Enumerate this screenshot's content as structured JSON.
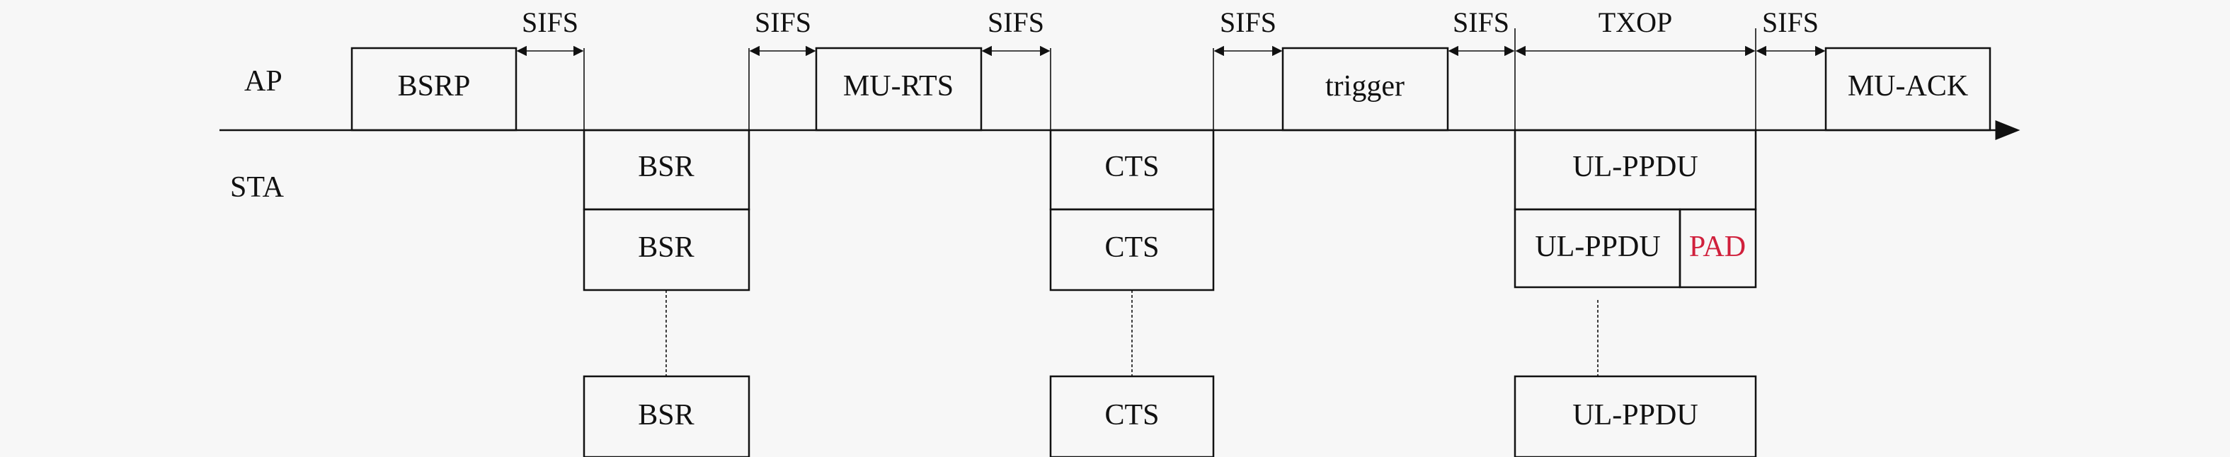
{
  "labels": {
    "ap": "AP",
    "sta": "STA",
    "sifs": "SIFS",
    "txop": "TXOP"
  },
  "frames": {
    "bsrp": "BSRP",
    "mu_rts": "MU-RTS",
    "trigger": "trigger",
    "mu_ack": "MU-ACK",
    "bsr": "BSR",
    "cts": "CTS",
    "ul_ppdu": "UL-PPDU",
    "pad": "PAD"
  },
  "colors": {
    "ink": "#111111",
    "pad_text": "#d0203c",
    "background": "#f7f7f7"
  }
}
